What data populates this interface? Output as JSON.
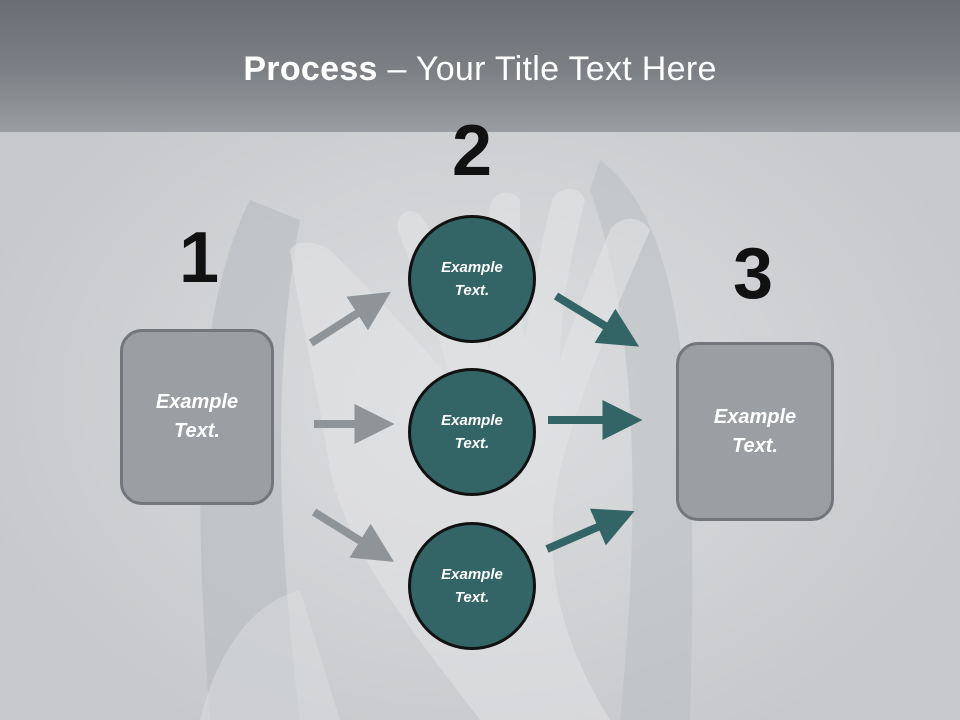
{
  "title": {
    "bold": "Process",
    "rest": " – Your Title Text Here"
  },
  "steps": [
    {
      "number": "1",
      "text": "Example Text."
    },
    {
      "number": "2",
      "circles": [
        "Example Text.",
        "Example Text.",
        "Example Text."
      ]
    },
    {
      "number": "3",
      "text": "Example Text."
    }
  ],
  "colors": {
    "teal": "#336566",
    "gray_box": "#9b9fa3",
    "gray_arrow": "#8f9498"
  }
}
